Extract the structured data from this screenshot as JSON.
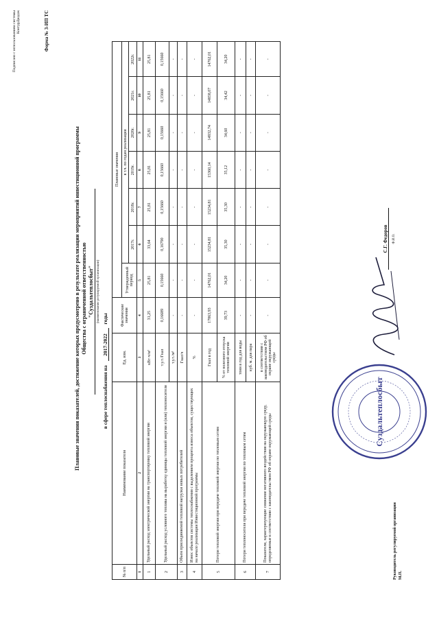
{
  "header": {
    "appendix_note": "Подписано с использованием системы КонтурДиадок",
    "form_label": "Форма № 3-ИП ТС"
  },
  "title": {
    "line1": "Плановые значения показателей, достижение которых предусмотрено в результате реализации мероприятий инвестиционной программы",
    "line2": "Общества с ограниченной ответственностью",
    "org_name": "\"Суздальтеплосбыт\"",
    "org_note": "(наименование регулируемой организации)",
    "period_prefix": "в сфере теплоснабжения на",
    "period_years": "2017-2022",
    "period_suffix": "годы"
  },
  "table": {
    "headers": {
      "num": "№ п/п",
      "name": "Наименование показателя",
      "unit": "Ед. изм.",
      "actual": "Фактические значения",
      "planned": "Плановые значения",
      "approved_period": "Утвержденный период",
      "incl_years": "в т.ч. по годам реализации",
      "years": [
        "2017г.",
        "2018г.",
        "2019г.",
        "2020г.",
        "2021г.",
        "2022г."
      ]
    },
    "col_numbers": [
      "1",
      "2",
      "3",
      "4",
      "5",
      "6",
      "7",
      "8",
      "9",
      "10",
      "11"
    ],
    "rows": [
      {
        "num": "1",
        "name": "Удельный расход электрической энергии на транспортировку тепловой энергии",
        "unit": "кВт·ч/м³",
        "values": [
          "31,25",
          "25,81",
          "33,64",
          "25,81",
          "25,81",
          "25,81",
          "25,81",
          "25,81"
        ]
      },
      {
        "num": "2",
        "name": "Удельный расход условного топлива на выработку единицы тепловой энергии и (или) теплоносителя",
        "unit": "т.у.т./Гкал",
        "values": [
          "0,16689",
          "0,15660",
          "0,16790",
          "0,15660",
          "0,15660",
          "0,15660",
          "0,15660",
          "0,15660"
        ]
      },
      {
        "num": "",
        "name": "",
        "unit": "т.у.т./м³",
        "values": [
          "-",
          "-",
          "-",
          "-",
          "-",
          "-",
          "-",
          "-"
        ]
      },
      {
        "num": "3",
        "name": "Объем присоединяемой тепловой нагрузки новых потребителей",
        "unit": "Гкал/ч",
        "values": [
          "-",
          "-",
          "-",
          "-",
          "-",
          "-",
          "-",
          "-"
        ]
      },
      {
        "num": "4",
        "name": "Износ объектов системы теплоснабжения с выделением процента износа объектов, существующих на начало реализации Инвестиционной программы",
        "unit": "%",
        "values": [
          "-",
          "-",
          "-",
          "-",
          "-",
          "-",
          "-",
          "-"
        ]
      },
      {
        "num": "5",
        "name": "Потери тепловой энергии при передаче тепловой энергии по тепловым сетям",
        "unit": "Гкал в год",
        "values": [
          "17863,93",
          "14762,01",
          "15234,81",
          "15234,81",
          "15360,14",
          "14932,74",
          "14858,07",
          "14762,01"
        ]
      },
      {
        "num": "",
        "name": "",
        "unit": "% от полезного отпуска тепловой энергии",
        "values": [
          "39,73",
          "34,20",
          "35,30",
          "35,30",
          "35,12",
          "34,60",
          "34,42",
          "34,20"
        ]
      },
      {
        "num": "6",
        "name": "Потери теплоносителя при передаче тепловой энергии по тепловым сетям",
        "unit": "тонн в год для воды",
        "values": [
          "-",
          "-",
          "-",
          "-",
          "-",
          "-",
          "-",
          "-"
        ]
      },
      {
        "num": "",
        "name": "",
        "unit": "куб. м. для пара",
        "values": [
          "-",
          "-",
          "-",
          "-",
          "-",
          "-",
          "-",
          "-"
        ]
      },
      {
        "num": "7",
        "name": "Показатели, характеризующие снижение негативного воздействия на окружающую среду, определяемые в соответствии с законодательством РФ об охране окружающей среды",
        "unit": "в соответствии с законодательством РФ об охране окружающей среды",
        "values": [
          "-",
          "-",
          "-",
          "-",
          "-",
          "-",
          "-",
          "-"
        ]
      }
    ]
  },
  "footer": {
    "head_title": "Руководитель регулируемой организации",
    "mp": "М.П.",
    "signer_name": "С.Г. Федоров",
    "signer_note": "Ф.И.О."
  },
  "stamp": {
    "center_text": "Суздальтеплосбыт",
    "color": "#3a3f8f"
  }
}
